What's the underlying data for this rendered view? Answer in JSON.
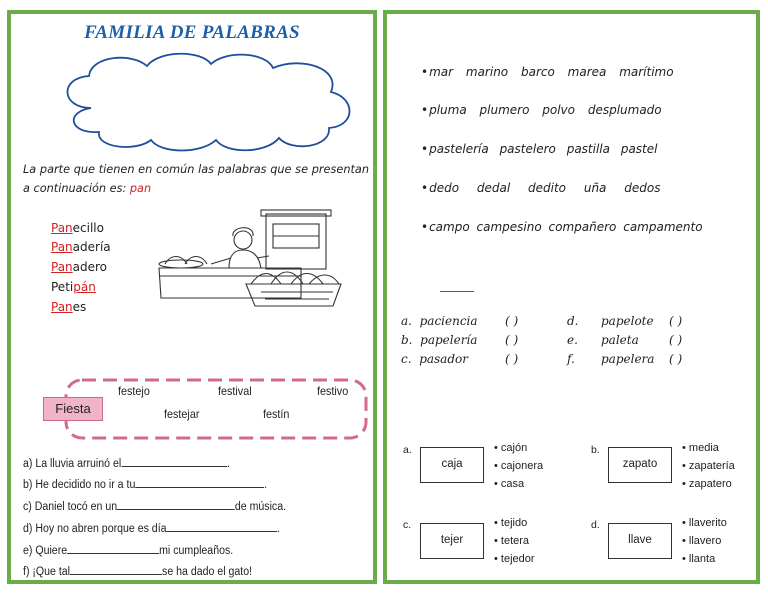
{
  "left": {
    "title": "FAMILIA DE PALABRAS",
    "intro": {
      "text": "La parte que tienen en común las palabras que se presentan a continuación es:",
      "root": "pan"
    },
    "words": [
      {
        "prefix": "Pan",
        "rest": "ecillo",
        "before": ""
      },
      {
        "prefix": "Pan",
        "rest": "adería",
        "before": ""
      },
      {
        "prefix": "Pan",
        "rest": "adero",
        "before": ""
      },
      {
        "prefix": "pán",
        "rest": "",
        "before": "Peti"
      },
      {
        "prefix": "Pan",
        "rest": "es",
        "before": ""
      }
    ],
    "bubble": {
      "root_word": "Fiesta",
      "words": [
        "festejo",
        "festival",
        "festivo",
        "festejar",
        "festín"
      ]
    },
    "sentences": [
      {
        "a": "a)  La lluvia arruinó el",
        "b": "."
      },
      {
        "a": "b)  He decidido no ir a tu",
        "b": "."
      },
      {
        "a": "c)  Daniel tocó en un",
        "b": "de música."
      },
      {
        "a": "d)  Hoy no abren porque es día",
        "b": "."
      },
      {
        "a": "e)  Quiere",
        "b": "mi cumpleaños."
      },
      {
        "a": "f)  ¡Que tal",
        "b": "se ha dado el gato!"
      }
    ]
  },
  "right": {
    "rows": [
      [
        "mar",
        "marino",
        "barco",
        "marea",
        "marítimo"
      ],
      [
        "pluma",
        "plumero",
        "polvo",
        "desplumado"
      ],
      [
        "pastelería",
        "pastelero",
        "pastilla",
        "pastel"
      ],
      [
        "dedo",
        "dedal",
        "dedito",
        "uña",
        "dedos"
      ],
      [
        "campo",
        "campesino",
        "compañero",
        "campamento"
      ]
    ],
    "matching": [
      {
        "letter": "a.",
        "word": "paciencia",
        "paren": "(      )"
      },
      {
        "letter": "b.",
        "word": "papelería",
        "paren": "(      )"
      },
      {
        "letter": "c.",
        "word": "pasador",
        "paren": "(      )"
      },
      {
        "letter": "d.",
        "word": "papelote",
        "paren": "(      )"
      },
      {
        "letter": "e.",
        "word": "paleta",
        "paren": "(      )"
      },
      {
        "letter": "f.",
        "word": "papelera",
        "paren": "(      )"
      }
    ],
    "groups": [
      {
        "letter": "a.",
        "word": "caja",
        "options": [
          "cajón",
          "cajonera",
          "casa"
        ]
      },
      {
        "letter": "b.",
        "word": "zapato",
        "options": [
          "media",
          "zapatería",
          "zapatero"
        ]
      },
      {
        "letter": "c.",
        "word": "tejer",
        "options": [
          "tejido",
          "tetera",
          "tejedor"
        ]
      },
      {
        "letter": "d.",
        "word": "llave",
        "options": [
          "llaverito",
          "llavero",
          "llanta"
        ]
      }
    ]
  },
  "colors": {
    "border": "#6aac4a",
    "title": "#1f5fa8",
    "accent_red": "#d32020",
    "fiesta_fill": "#f1b4c6",
    "bubble_dash": "#d06b8c"
  }
}
